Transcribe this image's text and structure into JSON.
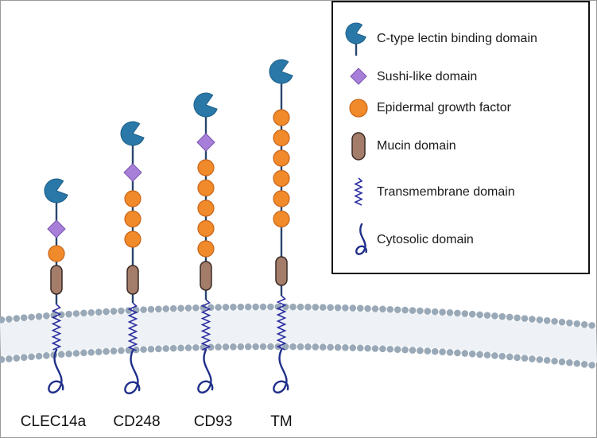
{
  "colors": {
    "lectin": "#2a78a8",
    "sushi": "#a77fd8",
    "egf": "#f08a2a",
    "mucin": "#a47d6a",
    "stalk": "#28456e",
    "transmembrane": "#2c2fa0",
    "membrane_bead": "#9aa9b8"
  },
  "legend": {
    "items": [
      {
        "icon": "c-type-lectin-icon",
        "label": "C-type lectin binding domain"
      },
      {
        "icon": "sushi-diamond-icon",
        "label": "Sushi-like domain"
      },
      {
        "icon": "egf-circle-icon",
        "label": "Epidermal growth factor"
      },
      {
        "icon": "mucin-capsule-icon",
        "label": "Mucin domain"
      },
      {
        "icon": "transmembrane-coil-icon",
        "label": "Transmembrane domain"
      },
      {
        "icon": "cytosolic-tail-icon",
        "label": "Cytosolic domain"
      }
    ]
  },
  "proteins": [
    {
      "name": "CLEC14a",
      "egf_count": 1
    },
    {
      "name": "CD248",
      "egf_count": 3
    },
    {
      "name": "CD93",
      "egf_count": 5
    },
    {
      "name": "TM",
      "egf_count": 6
    }
  ]
}
